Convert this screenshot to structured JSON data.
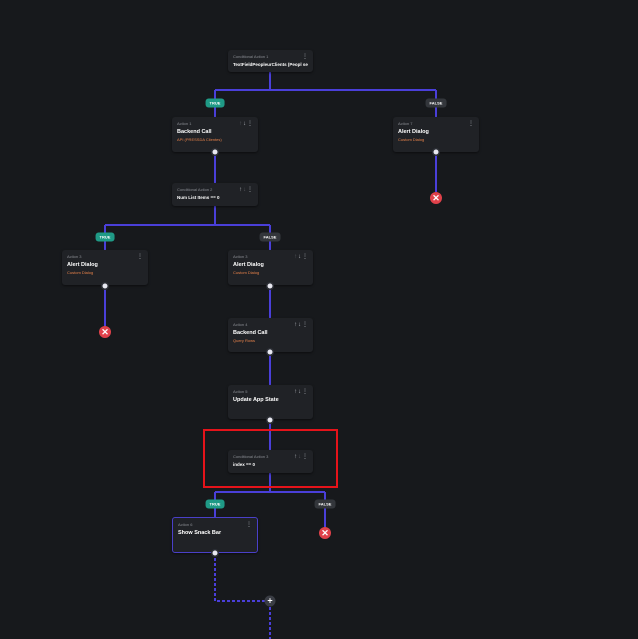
{
  "colors": {
    "connector": "#4a3fd9",
    "true": "#1f9a86",
    "stop": "#e0414a",
    "highlight": "#e5131a",
    "detail": "#e7824a"
  },
  "nodes": {
    "cond1": {
      "label": "Conditional Action 1",
      "condition": "TextFieldPeopleurClients (Peopl se..."
    },
    "a1": {
      "label": "Action 1",
      "title": "Backend Call",
      "detail": "API (PRESSDA Clientes)"
    },
    "a7": {
      "label": "Action 7",
      "title": "Alert Dialog",
      "detail": "Custom Dialog"
    },
    "cond2": {
      "label": "Conditional Action 2",
      "condition": "Num List Items == 0"
    },
    "a3l": {
      "label": "Action 3",
      "title": "Alert Dialog",
      "detail": "Custom Dialog"
    },
    "a3r": {
      "label": "Action 3",
      "title": "Alert Dialog",
      "detail": "Custom Dialog"
    },
    "a4": {
      "label": "Action 4",
      "title": "Backend Call",
      "detail": "Query Rows"
    },
    "a5": {
      "label": "Action 5",
      "title": "Update App State"
    },
    "cond3": {
      "label": "Conditional Action 3",
      "condition": "index == 0"
    },
    "a6": {
      "label": "Action 6",
      "title": "Show Snack Bar"
    }
  },
  "branches": {
    "true": "TRUE",
    "false": "FALSE"
  },
  "icons": {
    "up": "↑",
    "down": "↓",
    "more": "⋮",
    "close": "✕",
    "add": "+"
  }
}
